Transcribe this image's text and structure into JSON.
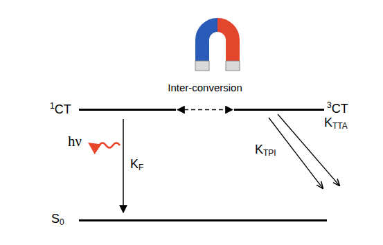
{
  "diagram": {
    "nodes": [
      {
        "text": [
          "1CT"
        ]
      },
      {
        "text": [
          "3CT"
        ]
      },
      {
        "text": [
          "S0"
        ]
      }
    ],
    "edges": [
      {
        "from": 0,
        "to": 1,
        "arrow": "both",
        "label": "Inter-conversion"
      },
      {
        "from": 0,
        "to": 2,
        "arrow": "to",
        "label": "KF"
      }
    ],
    "labels": [
      "hν",
      "KTPI",
      "KTTA"
    ]
  }
}
